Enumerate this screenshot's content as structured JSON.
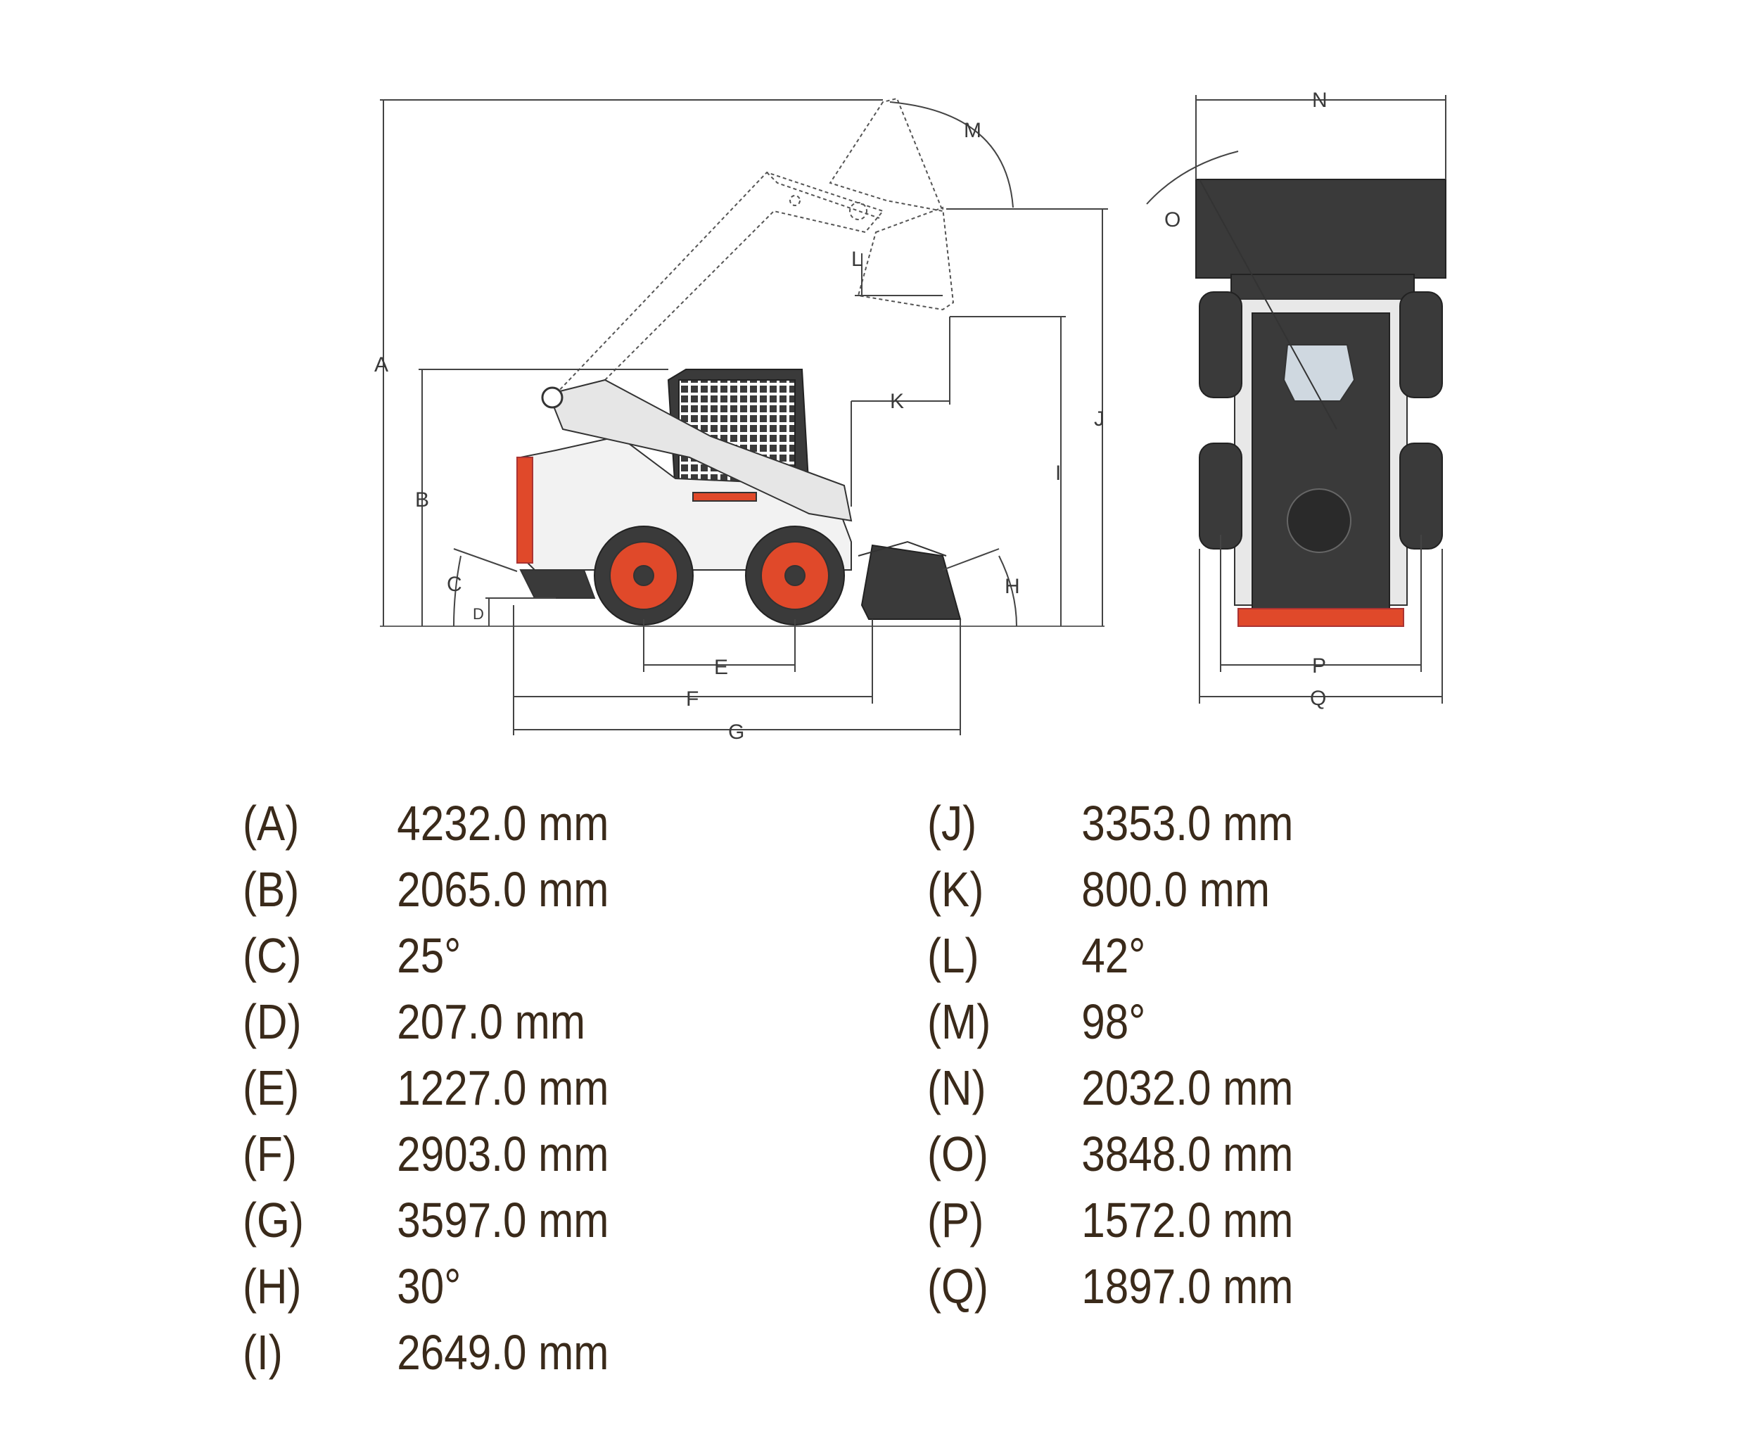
{
  "diagram": {
    "dimension_letters": [
      "A",
      "B",
      "C",
      "D",
      "E",
      "F",
      "G",
      "H",
      "I",
      "J",
      "K",
      "L",
      "M",
      "N",
      "O",
      "P",
      "Q"
    ],
    "accent_color": "#e0492a",
    "machine_color": "#3a3a3a"
  },
  "specs": {
    "left": [
      {
        "code": "(A)",
        "value": "4232.0 mm"
      },
      {
        "code": "(B)",
        "value": "2065.0 mm"
      },
      {
        "code": "(C)",
        "value": "25°"
      },
      {
        "code": "(D)",
        "value": "207.0 mm"
      },
      {
        "code": "(E)",
        "value": "1227.0 mm"
      },
      {
        "code": "(F)",
        "value": "2903.0 mm"
      },
      {
        "code": "(G)",
        "value": "3597.0 mm"
      },
      {
        "code": "(H)",
        "value": "30°"
      },
      {
        "code": "(I)",
        "value": "2649.0 mm"
      }
    ],
    "right": [
      {
        "code": "(J)",
        "value": "3353.0 mm"
      },
      {
        "code": "(K)",
        "value": "800.0 mm"
      },
      {
        "code": "(L)",
        "value": "42°"
      },
      {
        "code": "(M)",
        "value": "98°"
      },
      {
        "code": "(N)",
        "value": "2032.0 mm"
      },
      {
        "code": "(O)",
        "value": "3848.0 mm"
      },
      {
        "code": "(P)",
        "value": "1572.0 mm"
      },
      {
        "code": "(Q)",
        "value": "1897.0 mm"
      }
    ]
  }
}
